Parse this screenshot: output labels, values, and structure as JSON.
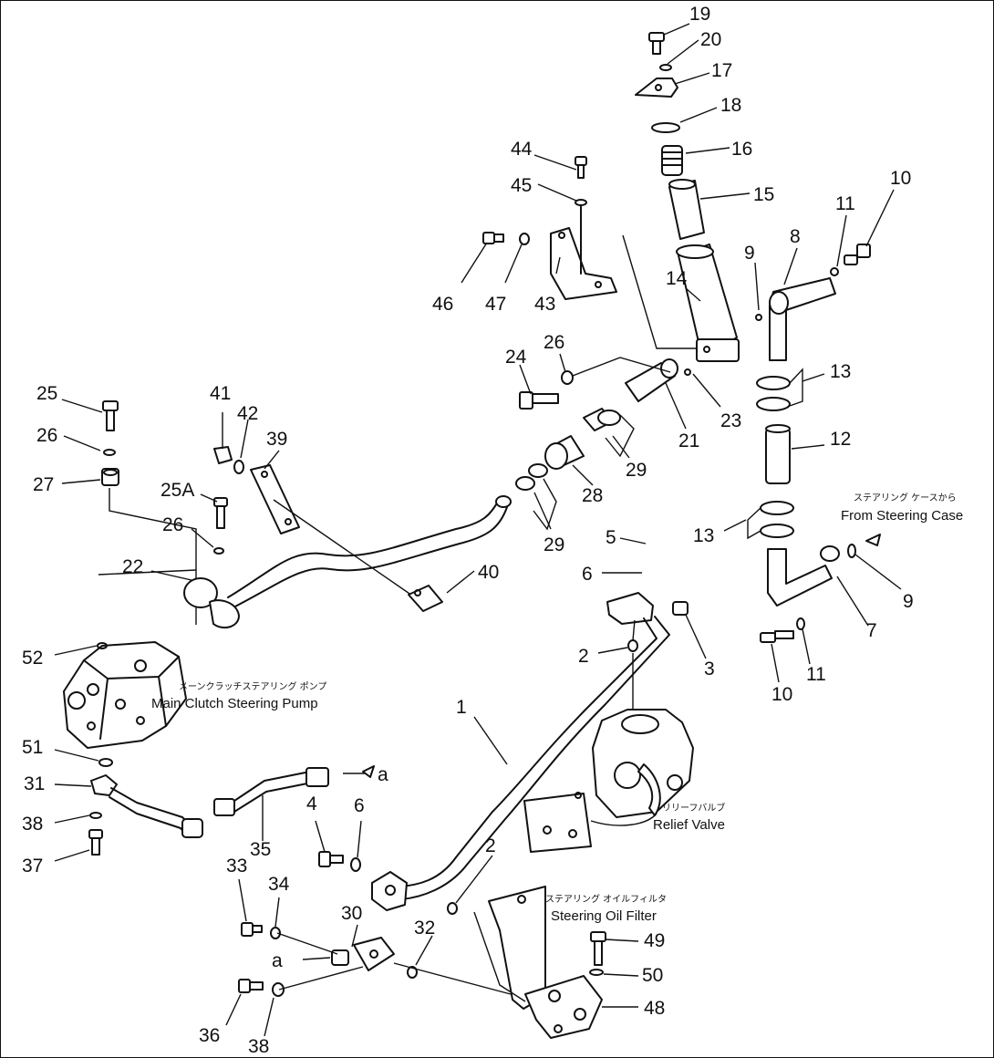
{
  "part_numbers": {
    "p1": "1",
    "p2": "2",
    "p2b": "2",
    "p3": "3",
    "p4": "4",
    "p5": "5",
    "p6": "6",
    "p6b": "6",
    "p7": "7",
    "p8": "8",
    "p9": "9",
    "p9b": "9",
    "p10": "10",
    "p10b": "10",
    "p11": "11",
    "p11b": "11",
    "p12": "12",
    "p13": "13",
    "p13b": "13",
    "p14": "14",
    "p15": "15",
    "p16": "16",
    "p17": "17",
    "p18": "18",
    "p19": "19",
    "p20": "20",
    "p21": "21",
    "p22": "22",
    "p23": "23",
    "p24": "24",
    "p25": "25",
    "p25a": "25A",
    "p26": "26",
    "p26b": "26",
    "p26c": "26",
    "p27": "27",
    "p28": "28",
    "p29": "29",
    "p29b": "29",
    "p30": "30",
    "p31": "31",
    "p32": "32",
    "p33": "33",
    "p34": "34",
    "p35": "35",
    "p36": "36",
    "p37": "37",
    "p38": "38",
    "p38b": "38",
    "p39": "39",
    "p40": "40",
    "p41": "41",
    "p42": "42",
    "p43": "43",
    "p44": "44",
    "p45": "45",
    "p46": "46",
    "p47": "47",
    "p48": "48",
    "p49": "49",
    "p50": "50",
    "p51": "51",
    "p52": "52",
    "pa": "a",
    "pa2": "a"
  },
  "captions": {
    "steering_case_jp": "ステアリング ケースから",
    "steering_case_en": "From Steering Case",
    "pump_jp": "メーンクラッチステアリング ポンプ",
    "pump_en": "Main Clutch Steering Pump",
    "relief_jp": "リリーフバルブ",
    "relief_en": "Relief Valve",
    "filter_jp": "ステアリング オイルフィルタ",
    "filter_en": "Steering Oil Filter"
  }
}
